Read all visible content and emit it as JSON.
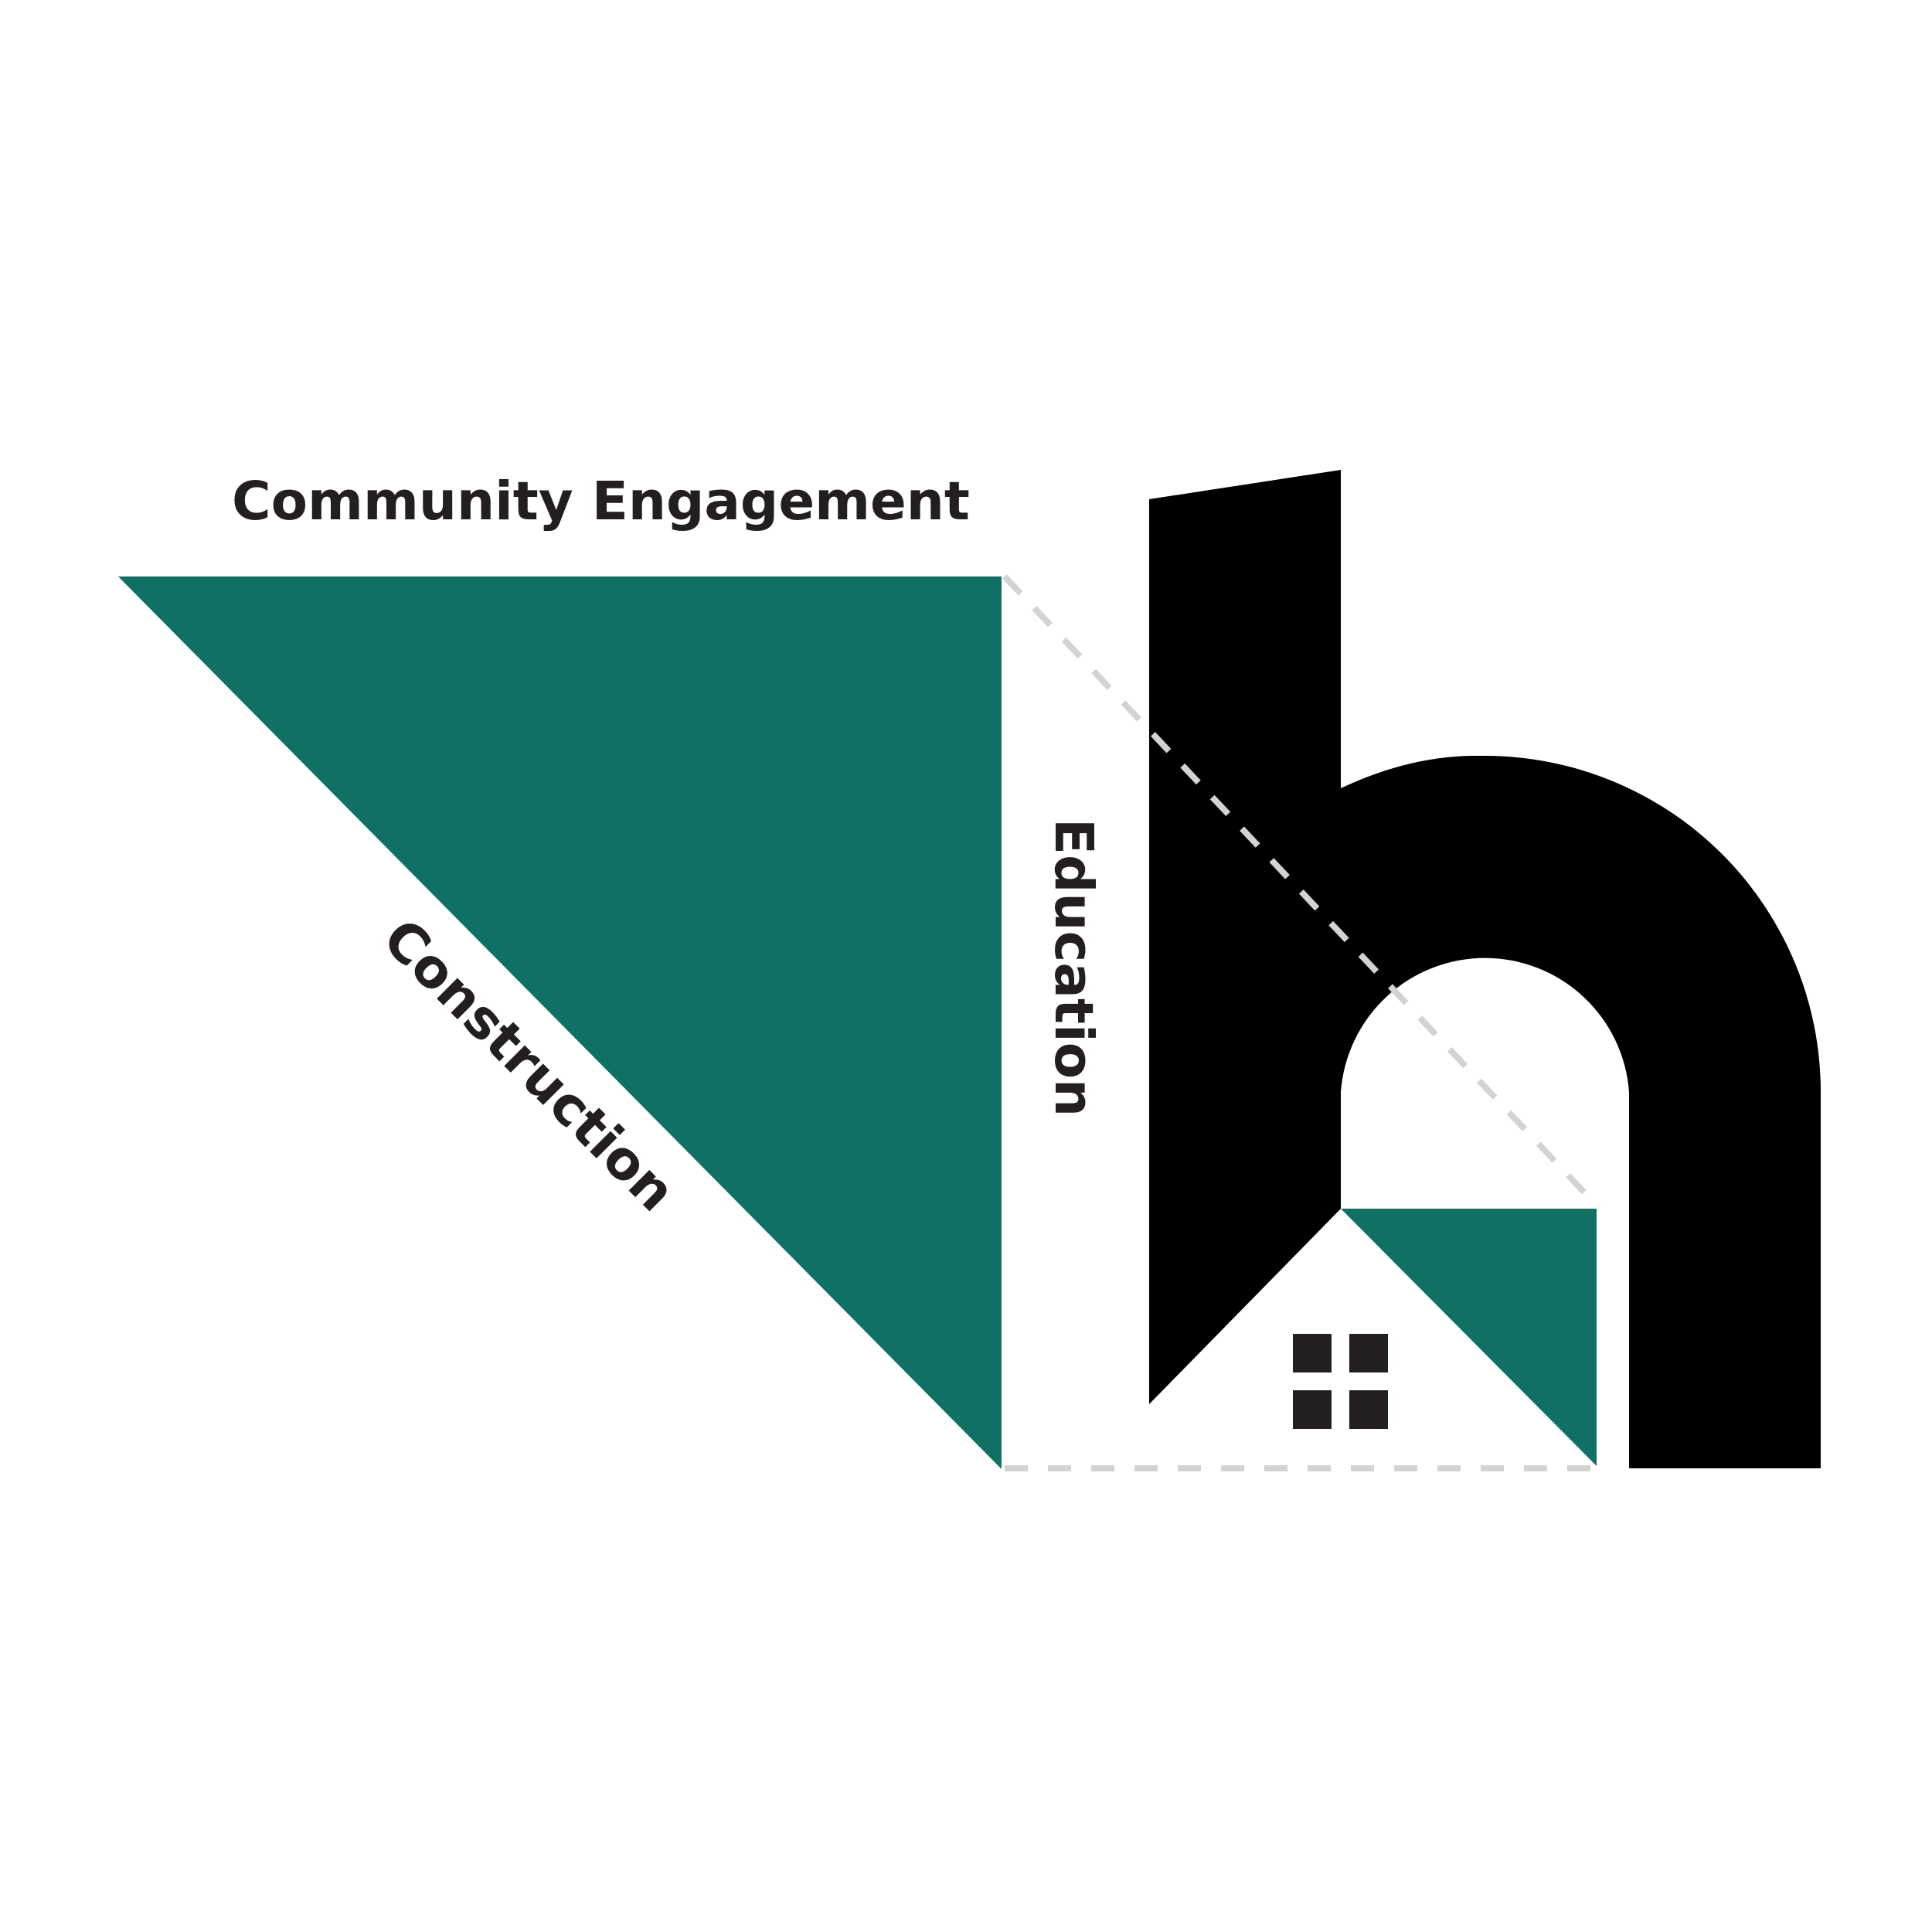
{
  "labels": {
    "top": "Community Engagement",
    "right": "Education",
    "diagonal": "Construction"
  },
  "colors": {
    "green": "#0f7063",
    "black": "#000000",
    "window": "#231f20",
    "dash": "#d3d3d3",
    "text": "#231f20",
    "background": "#ffffff"
  }
}
